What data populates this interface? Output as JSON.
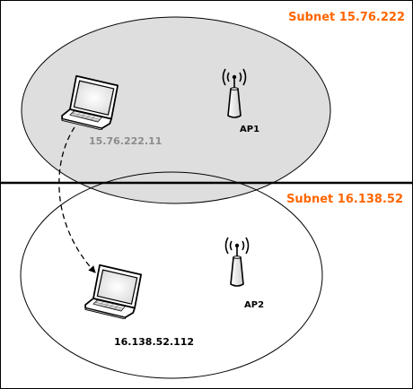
{
  "colors": {
    "accent": "#ff6600",
    "subnet_top_fill": "#dedede",
    "ip_top": "#8c8c8c",
    "text": "#000000",
    "border": "#000000"
  },
  "subnets": [
    {
      "name": "Subnet 15.76.222",
      "shaded": true
    },
    {
      "name": "Subnet 16.138.52",
      "shaded": false
    }
  ],
  "devices": {
    "laptop_before": {
      "icon": "laptop-icon",
      "ip": "15.76.222.11"
    },
    "laptop_after": {
      "icon": "laptop-icon",
      "ip": "16.138.52.112"
    },
    "ap1": {
      "icon": "access-point-icon",
      "label": "AP1"
    },
    "ap2": {
      "icon": "access-point-icon",
      "label": "AP2"
    }
  },
  "roaming": {
    "style": "dashed-arrow",
    "from": "laptop_before",
    "to": "laptop_after"
  }
}
